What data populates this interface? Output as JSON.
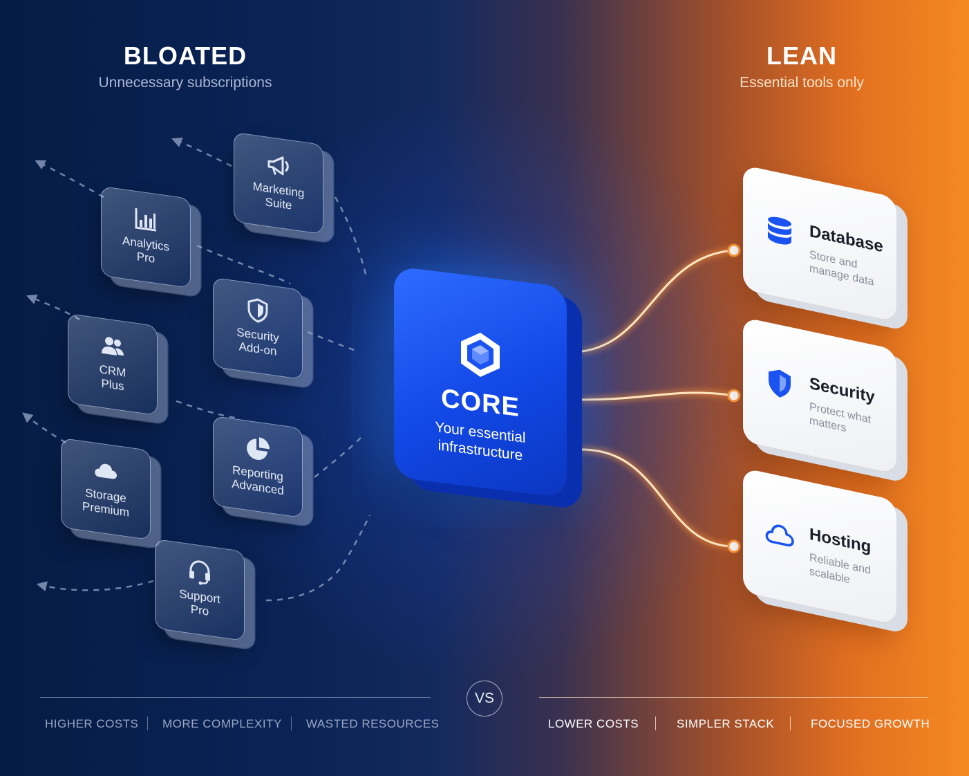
{
  "header": {
    "left_title": "BLOATED",
    "left_subtitle": "Unnecessary subscriptions",
    "right_title": "LEAN",
    "right_subtitle": "Essential tools only"
  },
  "bloated_tools": [
    {
      "label": "Marketing\nSuite",
      "icon": "megaphone-icon"
    },
    {
      "label": "Analytics\nPro",
      "icon": "bar-chart-icon"
    },
    {
      "label": "Security\nAdd-on",
      "icon": "shield-icon"
    },
    {
      "label": "CRM\nPlus",
      "icon": "users-icon"
    },
    {
      "label": "Reporting\nAdvanced",
      "icon": "pie-chart-icon"
    },
    {
      "label": "Storage\nPremium",
      "icon": "cloud-icon"
    },
    {
      "label": "Support\nPro",
      "icon": "headset-icon"
    }
  ],
  "core": {
    "title": "CORE",
    "subtitle": "Your essential\ninfrastructure",
    "icon": "cube-icon",
    "color": "#1a53f0"
  },
  "lean_tools": [
    {
      "title": "Database",
      "desc": "Store and manage data",
      "icon": "database-icon"
    },
    {
      "title": "Security",
      "desc": "Protect what matters",
      "icon": "shield-icon"
    },
    {
      "title": "Hosting",
      "desc": "Reliable and scalable",
      "icon": "cloud-icon"
    }
  ],
  "footer": {
    "vs": "VS",
    "left": [
      "HIGHER COSTS",
      "MORE COMPLEXITY",
      "WASTED RESOURCES"
    ],
    "right": [
      "LOWER COSTS",
      "SIMPLER STACK",
      "FOCUSED GROWTH"
    ]
  },
  "colors": {
    "left_bg": "#0a2356",
    "right_bg": "#f58a22",
    "connector": "#ffd9a0",
    "icon_blue": "#1a53f0"
  }
}
